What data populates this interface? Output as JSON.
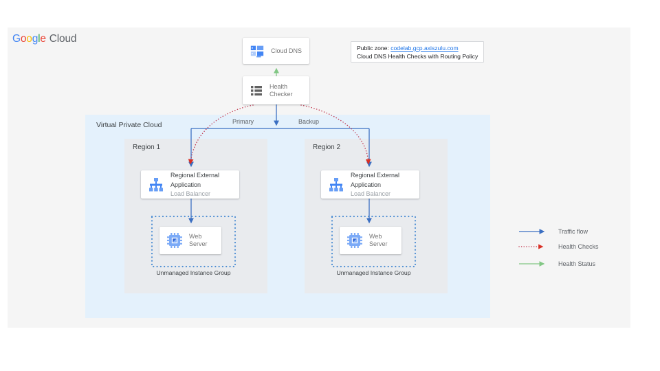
{
  "header": {
    "logo": {
      "letters": [
        {
          "ch": "G",
          "color": "#4285F4"
        },
        {
          "ch": "o",
          "color": "#EA4335"
        },
        {
          "ch": "o",
          "color": "#FBBC05"
        },
        {
          "ch": "g",
          "color": "#4285F4"
        },
        {
          "ch": "l",
          "color": "#34A853"
        },
        {
          "ch": "e",
          "color": "#EA4335"
        }
      ],
      "cloud": "Cloud"
    }
  },
  "nodes": {
    "cloud_dns": {
      "label": "Cloud DNS"
    },
    "health_checker": {
      "label": "Health Checker"
    }
  },
  "note": {
    "prefix": "Public zone: ",
    "link_text": "codelab.gcp.axiszulu.com",
    "line2": "Cloud DNS Health Checks with Routing Policy"
  },
  "vpc": {
    "label": "Virtual Private Cloud",
    "regions": [
      {
        "name": "Region 1",
        "lb_title": "Regional External Application",
        "lb_sub": "Load Balancer",
        "server_label": "Web Server",
        "group_label": "Unmanaged Instance Group"
      },
      {
        "name": "Region 2",
        "lb_title": "Regional External Application",
        "lb_sub": "Load Balancer",
        "server_label": "Web Server",
        "group_label": "Unmanaged Instance Group"
      }
    ]
  },
  "edges": {
    "primary_label": "Primary",
    "backup_label": "Backup"
  },
  "legend": {
    "items": [
      {
        "label": "Traffic flow",
        "icon": "traffic-flow-arrow-icon"
      },
      {
        "label": "Health Checks",
        "icon": "health-checks-arrow-icon"
      },
      {
        "label": "Health Status",
        "icon": "health-status-arrow-icon"
      }
    ]
  },
  "icons": {
    "cloud_dns": "cloud-dns-icon",
    "health_checker": "health-checker-icon",
    "load_balancer": "load-balancer-icon",
    "web_server": "web-server-chip-icon"
  },
  "colors": {
    "traffic_flow": "#3b6fc2",
    "health_checks": "#c23d54",
    "health_checks_arrow": "#d93025",
    "health_status": "#82c785",
    "link": "#1a73e8",
    "panel_bg": "#f5f5f5",
    "vpc_bg": "#e4f1fc",
    "region_bg": "#e9ebee",
    "instance_group_border": "#4e8ed3"
  }
}
